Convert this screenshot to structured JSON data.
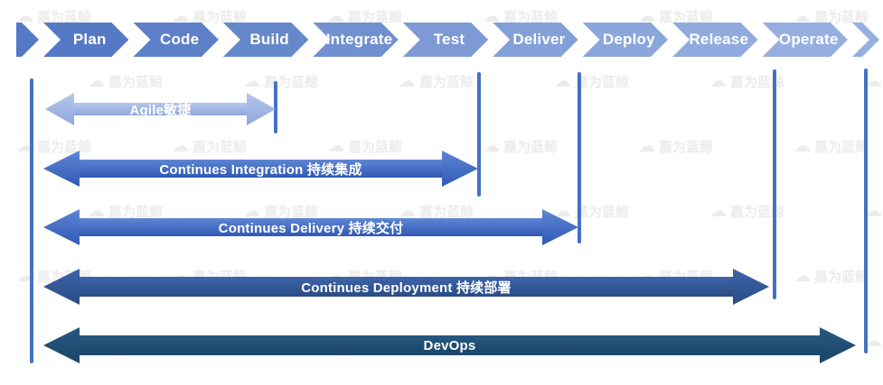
{
  "watermark": {
    "icon": "cloud-logo",
    "text": "嘉为蓝鲸",
    "color": "#ececec"
  },
  "pipeline": {
    "stages": [
      {
        "label": "Plan",
        "color": "#5579C4"
      },
      {
        "label": "Code",
        "color": "#5D80C8"
      },
      {
        "label": "Build",
        "color": "#6588CB"
      },
      {
        "label": "Integrate",
        "color": "#7190D0"
      },
      {
        "label": "Test",
        "color": "#7D9AD5"
      },
      {
        "label": "Deliver",
        "color": "#83A0D8"
      },
      {
        "label": "Deploy",
        "color": "#8BA6DB"
      },
      {
        "label": "Release",
        "color": "#91ABDE"
      },
      {
        "label": "Operate",
        "color": "#96AFE0"
      }
    ]
  },
  "spans": [
    {
      "label": "Agile敏捷",
      "color": {
        "top": "#B5C7EC",
        "bottom": "#8EA7DB"
      }
    },
    {
      "label": "Continues Integration 持续集成",
      "color": {
        "top": "#5E86D4",
        "bottom": "#3059B4"
      }
    },
    {
      "label": "Continues Delivery 持续交付",
      "color": {
        "top": "#5E86D4",
        "bottom": "#3059B4"
      }
    },
    {
      "label": "Continues Deployment 持续部署",
      "color": {
        "top": "#3E64A9",
        "bottom": "#2A4C85"
      }
    },
    {
      "label": "DevOps",
      "color": {
        "top": "#265880",
        "bottom": "#1B4468"
      }
    }
  ],
  "boundary_line_color": "#4472C4"
}
